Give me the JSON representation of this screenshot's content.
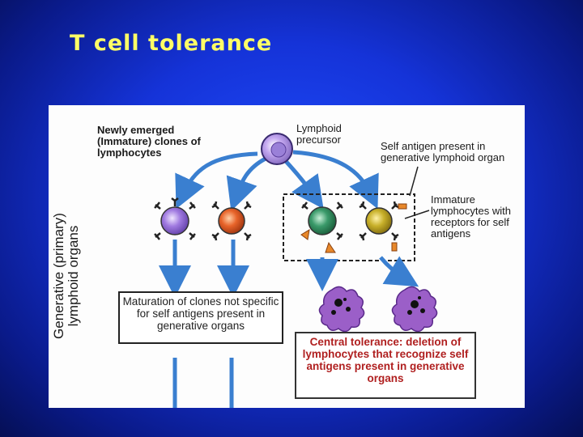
{
  "slide": {
    "title": "T cell tolerance",
    "background_color": "#1533d8",
    "title_color": "#ffff66"
  },
  "diagram": {
    "labels": {
      "newly_emerged": "Newly emerged (Immature) clones of lymphocytes",
      "lymphoid_precursor": "Lymphoid precursor",
      "self_antigen": "Self antigen present in generative lymphoid organ",
      "immature_lymphocytes": "Immature lymphocytes with receptors for self antigens",
      "generative_organs": "Generative (primary) lymphoid organs"
    },
    "boxes": {
      "maturation": "Maturation of clones not specific for self antigens present in generative organs",
      "central_tolerance": "Central tolerance: deletion of lymphocytes that recognize self antigens present in generative organs"
    },
    "colors": {
      "arrow": "#3a7fd0",
      "precursor_cell": "#b79be0",
      "clone_purple": "#a07ae0",
      "clone_orange": "#e8642a",
      "clone_green": "#3a9a6a",
      "clone_olive": "#b8a22a",
      "apoptotic_cell": "#9b5fc8",
      "central_text": "#b02020"
    }
  }
}
